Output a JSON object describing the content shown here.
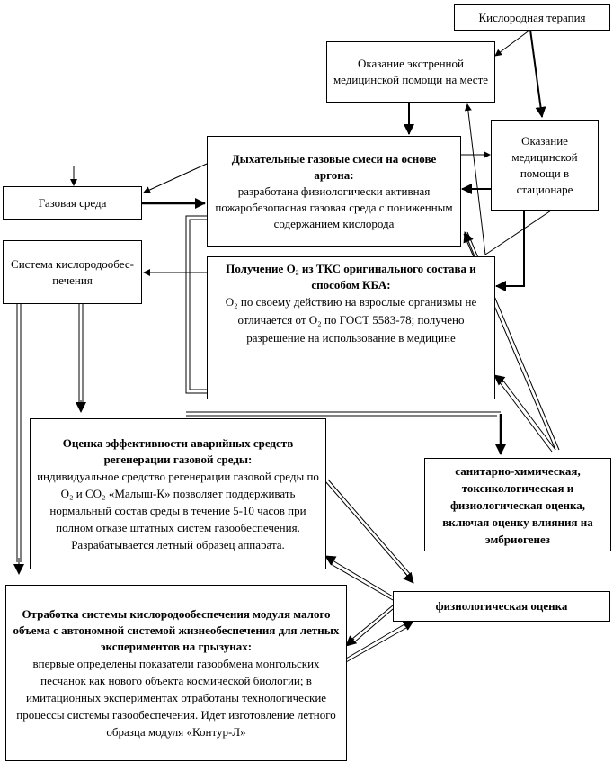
{
  "nodes": {
    "oxygen_therapy": "Кислородная терапия",
    "emergency_care": "Оказание экстренной медицинской помощи на месте",
    "hospital_care": "Оказание медицинской помощи в стационаре",
    "argon_mixes": {
      "title": "Дыхательные газовые смеси на основе аргона:",
      "text": "разработана физиологически активная пожаробезопасная газовая среда с пониженным содержанием кислорода"
    },
    "gas_environment": "Газовая среда",
    "oxygen_supply_system": "Система кислородообес-печения",
    "o2_production": {
      "title": "Получение O₂ из ТКС оригинального состава и способом КБА:",
      "text": "O₂ по своему действию на взрослые организмы  не отличается от O₂ по ГОСТ 5583-78; получено разрешение на использование в медицине"
    },
    "emergency_regeneration": {
      "title": "Оценка эффективности аварийных средств регенерации газовой среды:",
      "text": "индивидуальное средство регенерации газовой среды по O₂ и CO₂ «Малыш-К» позволяет поддерживать нормальный состав среды в течение 5-10 часов при полном отказе штатных систем газообеспечения. Разрабатывается летный образец аппарата."
    },
    "sanitary_assessment": "санитарно-химическая, токсикологическая и физиологическая оценка, включая оценку влияния на эмбриогенез",
    "physiological_assessment": "физиологическая оценка",
    "module_development": {
      "title": "Отработка системы кислородообеспечения модуля малого объема с автономной системой жизнеобеспечения для летных экспериментов на грызунах:",
      "text": "впервые определены показатели газообмена монгольских песчанок как нового объекта космической биологии; в имитационных экспериментах отработаны технологические процессы системы газообеспечения. Идет изготовление летного образца модуля «Контур-Л»"
    }
  }
}
